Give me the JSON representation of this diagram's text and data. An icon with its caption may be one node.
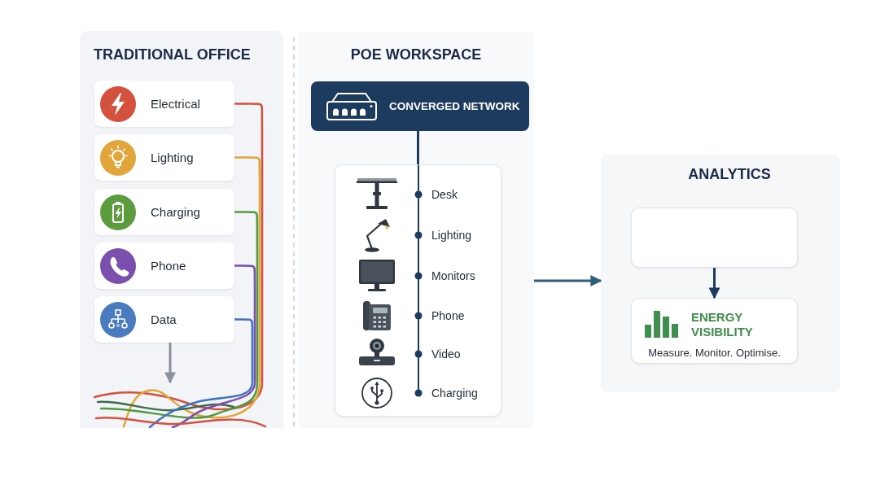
{
  "diagram": {
    "nodes": [
      {
        "text": [
          "TRADITIONAL OFFICE"
        ]
      },
      {
        "text": [
          "Electrical"
        ],
        "in": 0
      },
      {
        "text": [
          "Lighting"
        ],
        "in": 0
      },
      {
        "text": [
          "Charging"
        ],
        "in": 0
      },
      {
        "text": [
          "Phone"
        ],
        "in": 0
      },
      {
        "text": [
          "Data"
        ],
        "in": 0
      },
      {
        "text": [],
        "shape": "picture",
        "in": 0
      },
      {
        "text": [
          "POE WORKSPACE"
        ]
      },
      {
        "text": [
          "CONVERGED NETWORK"
        ],
        "in": 7
      },
      {
        "text": [
          "Desk",
          "Lighting",
          "Monitors",
          "Phone",
          "Video",
          "Charging"
        ],
        "in": 7
      },
      {
        "text": [
          "ANALYTICS"
        ]
      },
      {
        "text": [],
        "shape": "box",
        "in": 10
      },
      {
        "text": [
          "ENERGY VISIBILITY",
          "Measure. Monitor. Optimise."
        ],
        "in": 10
      }
    ],
    "edges": [
      {
        "from": 1,
        "to": 6,
        "arrow": "none",
        "color": "#d4513d"
      },
      {
        "from": 2,
        "to": 6,
        "arrow": "none",
        "color": "#e2a53b"
      },
      {
        "from": 3,
        "to": 6,
        "arrow": "none",
        "color": "#4f9a3c"
      },
      {
        "from": 4,
        "to": 6,
        "arrow": "none",
        "color": "#7b4fae"
      },
      {
        "from": 5,
        "to": 6,
        "arrow": "none",
        "color": "#3f72c0"
      },
      {
        "from": 5,
        "to": 6,
        "arrow": "to",
        "color": "#8b929b"
      },
      {
        "from": 8,
        "to": 9,
        "arrow": "none"
      },
      {
        "from": 7,
        "to": 10,
        "arrow": "to",
        "color": "#2e5d7d"
      },
      {
        "from": 11,
        "to": 12,
        "arrow": "to"
      }
    ]
  }
}
